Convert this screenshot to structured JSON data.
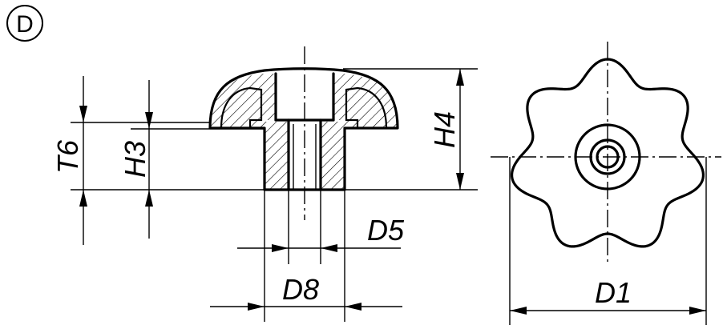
{
  "view_label": "D",
  "dimensions": {
    "t6": "T6",
    "h3": "H3",
    "h4": "H4",
    "d5": "D5",
    "d8": "D8",
    "d1": "D1"
  },
  "icons": {
    "badge": "circled-letter",
    "side_view": "star-grip-knob-side-section",
    "top_view": "star-grip-knob-top-view"
  },
  "colors": {
    "line": "#000000",
    "background": "#ffffff"
  }
}
